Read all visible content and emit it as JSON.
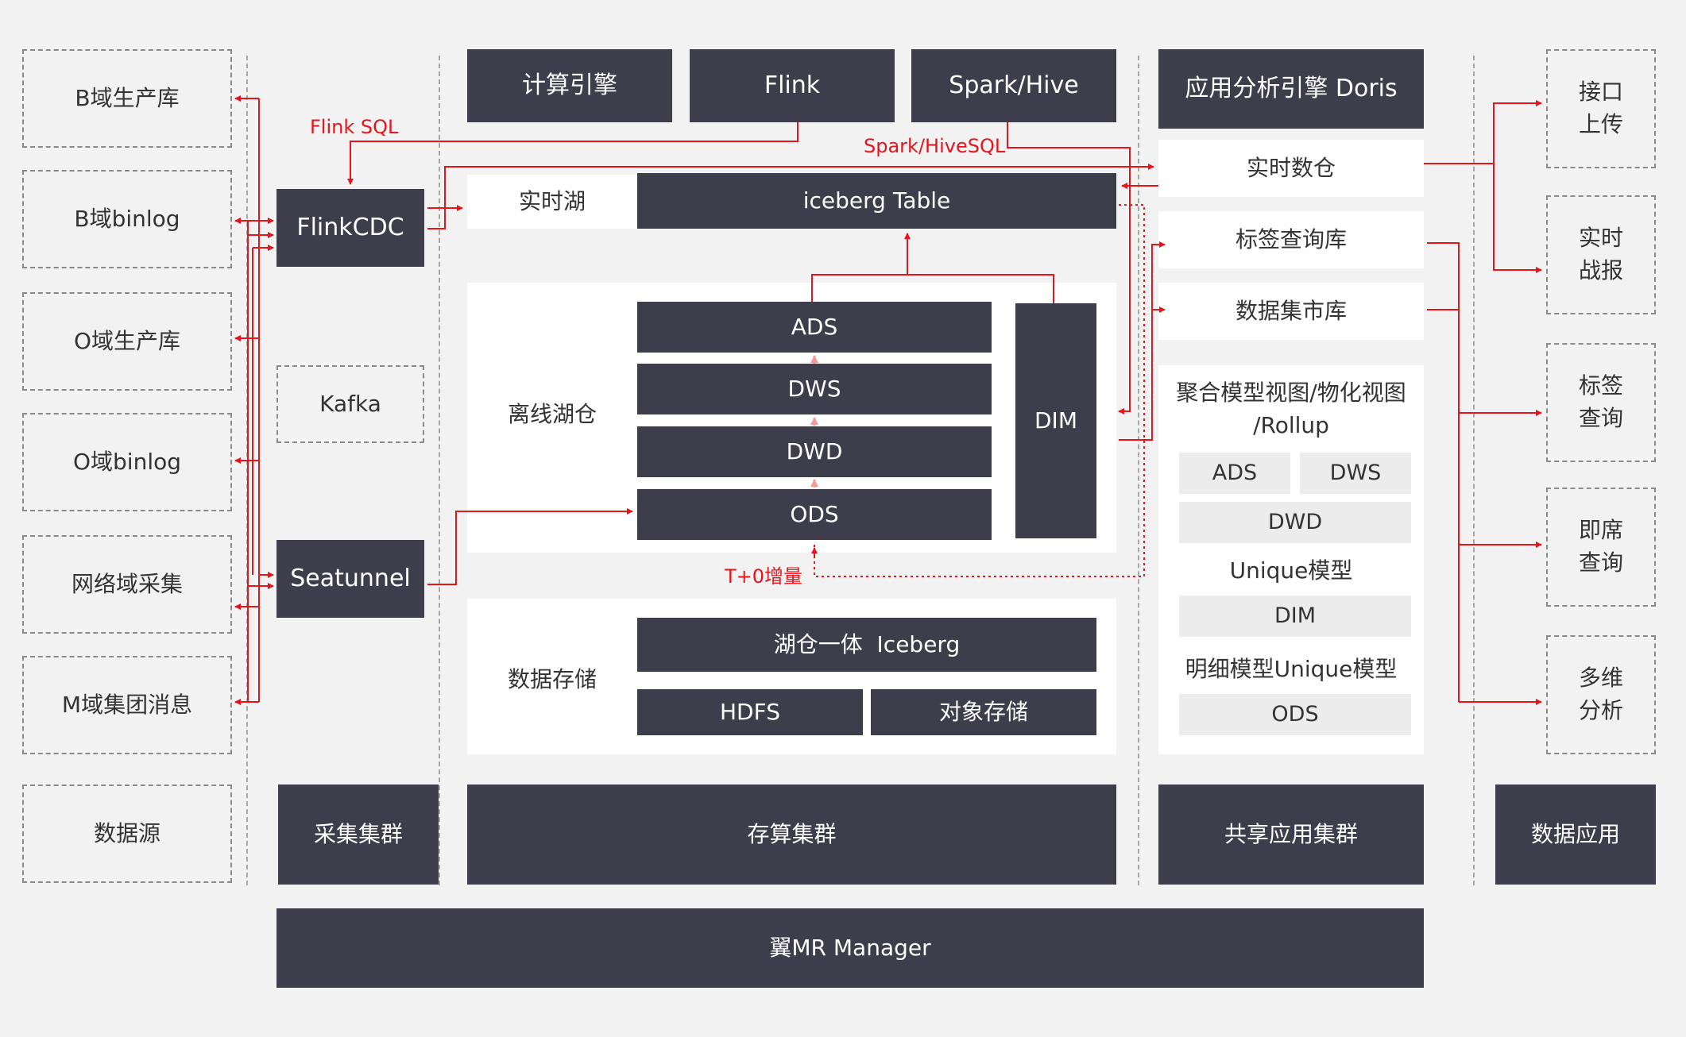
{
  "sources": {
    "b_prod_db": "B域生产库",
    "b_binlog": "B域binlog",
    "o_prod_db": "O域生产库",
    "o_binlog": "O域binlog",
    "network_collect": "网络域采集",
    "m_group_msg": "M域集团消息",
    "footer": "数据源"
  },
  "collect": {
    "flinkcdc": "FlinkCDC",
    "kafka": "Kafka",
    "seatunnel": "Seatunnel",
    "footer": "采集集群"
  },
  "engines": {
    "compute": "计算引擎",
    "flink": "Flink",
    "spark_hive": "Spark/Hive"
  },
  "labels": {
    "flink_sql": "Flink SQL",
    "spark_hivesql": "Spark/HiveSQL",
    "t0_increment": "T+0增量"
  },
  "lake": {
    "realtime_lake": "实时湖",
    "iceberg_table": "iceberg Table",
    "offline_lakehouse": "离线湖仓",
    "ads": "ADS",
    "dws": "DWS",
    "dwd": "DWD",
    "ods": "ODS",
    "dim": "DIM",
    "data_storage": "数据存储",
    "iceberg_unified": "湖仓一体  Iceberg",
    "hdfs": "HDFS",
    "object_storage": "对象存储",
    "footer": "存算集群"
  },
  "shared": {
    "doris": "应用分析引擎 Doris",
    "realtime_dw": "实时数仓",
    "tag_query_db": "标签查询库",
    "data_mart_db": "数据集市库",
    "agg_model_line1": "聚合模型视图/物化视图",
    "agg_model_line2": "/Rollup",
    "ads": "ADS",
    "dws": "DWS",
    "dwd": "DWD",
    "unique_model": "Unique模型",
    "dim": "DIM",
    "detail_unique_model": "明细模型Unique模型",
    "ods": "ODS",
    "footer": "共享应用集群"
  },
  "apps": {
    "interface_upload_line1": "接口",
    "interface_upload_line2": "上传",
    "realtime_report_line1": "实时",
    "realtime_report_line2": "战报",
    "tag_query_line1": "标签",
    "tag_query_line2": "查询",
    "adhoc_query_line1": "即席",
    "adhoc_query_line2": "查询",
    "multidim_line1": "多维",
    "multidim_line2": "分析",
    "footer": "数据应用"
  },
  "manager": "翼MR Manager",
  "colors": {
    "dark_block": "#3e3d4b",
    "arrow_red": "#e8141c",
    "background": "#f2f2f2",
    "panel": "#ffffff",
    "light_block": "#ececec"
  }
}
